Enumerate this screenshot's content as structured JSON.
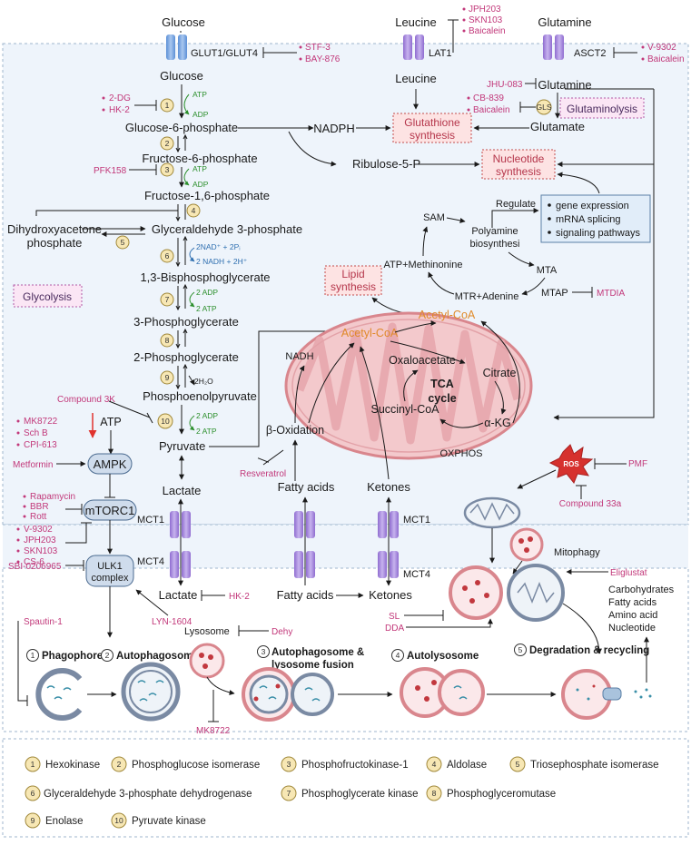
{
  "nutrients": {
    "glucose_out": "Glucose",
    "glucose_in": "Glucose",
    "glut": "GLUT1/GLUT4",
    "glut_inhibitors": [
      "STF-3",
      "BAY-876"
    ],
    "leucine_out": "Leucine",
    "leucine_in": "Leucine",
    "lat1": "LAT1",
    "lat1_inhibitors": [
      "JPH203",
      "SKN103",
      "Baicalein"
    ],
    "glutamine_out": "Glutamine",
    "glutamine_in": "Glutamine",
    "asct2": "ASCT2",
    "asct2_inhibitors": [
      "V-9302",
      "Baicalein"
    ],
    "jhu": "JHU-083",
    "gls_inhibitors": [
      "CB-839",
      "Baicalein"
    ],
    "gls": "GLS",
    "glutamate": "Glutamate",
    "glutaminolysis": "Glutaminolysis"
  },
  "glycolysis": {
    "label": "Glycolysis",
    "hk_inhibitors": [
      "2-DG",
      "HK-2"
    ],
    "atp": "ATP",
    "adp": "ADP",
    "g6p": "Glucose-6-phosphate",
    "f6p": "Fructose-6-phosphate",
    "pfk_inhibitor": "PFK158",
    "f16bp": "Fructose-1,6-phosphate",
    "dhap_1": "Dihydroxyacetone",
    "dhap_2": "phosphate",
    "g3p": "Glyceraldehyde 3-phosphate",
    "nad_in": "2NAD⁺ + 2Pᵢ",
    "nad_out": "2 NADH + 2H⁺",
    "bpg": "1,3-Bisphosphoglycerate",
    "adp2": "2 ADP",
    "atp2": "2 ATP",
    "pg3": "3-Phosphoglycerate",
    "pg2": "2-Phosphoglycerate",
    "h2o": "2H₂O",
    "pep": "Phosphoenolpyruvate",
    "pk_inhibitor": "Compound 3K",
    "pyruvate": "Pyruvate",
    "lactate": "Lactate"
  },
  "anabolism": {
    "nadph": "NADPH",
    "glutathione_1": "Glutathione",
    "glutathione_2": "synthesis",
    "ribulose": "Ribulose-5-P",
    "nucleotide_1": "Nucleotide",
    "nucleotide_2": "synthesis",
    "regulate": "Regulate",
    "gene_items": [
      "gene expression",
      "mRNA splicing",
      "signaling pathways"
    ],
    "sam": "SAM",
    "polyamine_1": "Polyamine",
    "polyamine_2": "biosynthesi",
    "atp_met": "ATP+Methinonine",
    "mta": "MTA",
    "mtr": "MTR+Adenine",
    "mtap": "MTAP",
    "mtdia": "MTDIA",
    "lipid_1": "Lipid",
    "lipid_2": "synthesis"
  },
  "mito": {
    "acetyl_out": "Acetyl-CoA",
    "acetyl_in": "Acetyl-CoA",
    "nadh": "NADH",
    "oxaloacetate": "Oxaloacetate",
    "citrate": "Citrate",
    "tca_1": "TCA",
    "tca_2": "cycle",
    "succinyl": "Succinyl-CoA",
    "akg": "α-KG",
    "oxphos": "OXPHOS",
    "beta_ox": "β-Oxidation",
    "resveratrol": "Resveratrol",
    "fatty_acids": "Fatty acids",
    "ketones": "Ketones",
    "ros": "ROS",
    "pmf": "PMF",
    "compound33a": "Compound 33a"
  },
  "signaling": {
    "mtor_activators": [
      "MK8722",
      "Sch B",
      "CPI-613"
    ],
    "atp": "ATP",
    "metformin": "Metformin",
    "ampk": "AMPK",
    "mtor_inhibitors_top": [
      "Rapamycin",
      "BBR",
      "Rott"
    ],
    "mtorc1": "mTORC1",
    "mtor_inhibitors_bottom": [
      "V-9302",
      "JPH203",
      "SKN103",
      "CS-6"
    ],
    "ulk1_1": "ULK1",
    "ulk1_2": "complex",
    "sbi": "SBI-0206965",
    "lyn": "LYN-1604"
  },
  "transport": {
    "mct1_left": "MCT1",
    "mct4_left": "MCT4",
    "mct1_right": "MCT1",
    "mct4_right": "MCT4",
    "lactate_out": "Lactate",
    "hk2": "HK-2",
    "fatty_out": "Fatty acids",
    "ketones_out": "Ketones"
  },
  "autophagy": {
    "spautin": "Spautin-1",
    "lysosome": "Lysosome",
    "dehy": "Dehy",
    "phagophore": "Phagophore",
    "autophagosome": "Autophagosome",
    "fusion_1": "Autophagosome &",
    "fusion_2": "lysosome fusion",
    "autolysosome": "Autolysosome",
    "degradation": "Degradation & recycling",
    "mk8722": "MK8722",
    "mitophagy": "Mitophagy",
    "eliglustat": "Eliglustat",
    "sl": "SL",
    "dda": "DDA",
    "products": [
      "Carbohydrates",
      "Fatty acids",
      "Amino acid",
      "Nucleotide"
    ],
    "step_nums": [
      "1",
      "2",
      "3",
      "4",
      "5"
    ]
  },
  "legend": {
    "items": [
      {
        "n": "1",
        "label": "Hexokinase"
      },
      {
        "n": "2",
        "label": "Phosphoglucose isomerase"
      },
      {
        "n": "3",
        "label": "Phosphofructokinase-1"
      },
      {
        "n": "4",
        "label": "Aldolase"
      },
      {
        "n": "5",
        "label": "Triosephosphate isomerase"
      },
      {
        "n": "6",
        "label": "Glyceraldehyde 3-phosphate dehydrogenase"
      },
      {
        "n": "7",
        "label": "Phosphoglycerate kinase"
      },
      {
        "n": "8",
        "label": "Phosphoglyceromutase"
      },
      {
        "n": "9",
        "label": "Enolase"
      },
      {
        "n": "10",
        "label": "Pyruvate kinase"
      }
    ]
  },
  "colors": {
    "inhibitor": "#c2387a",
    "cofactor": "#2c8f2c",
    "transporter": "#9b7fd6",
    "mito_fill": "#f3c9cc",
    "mito_stroke": "#d9868d",
    "enzyme_badge": "#f7e7b4",
    "synthesis_box": "#fde3e3",
    "pathway_box": "#fbe6f5"
  }
}
